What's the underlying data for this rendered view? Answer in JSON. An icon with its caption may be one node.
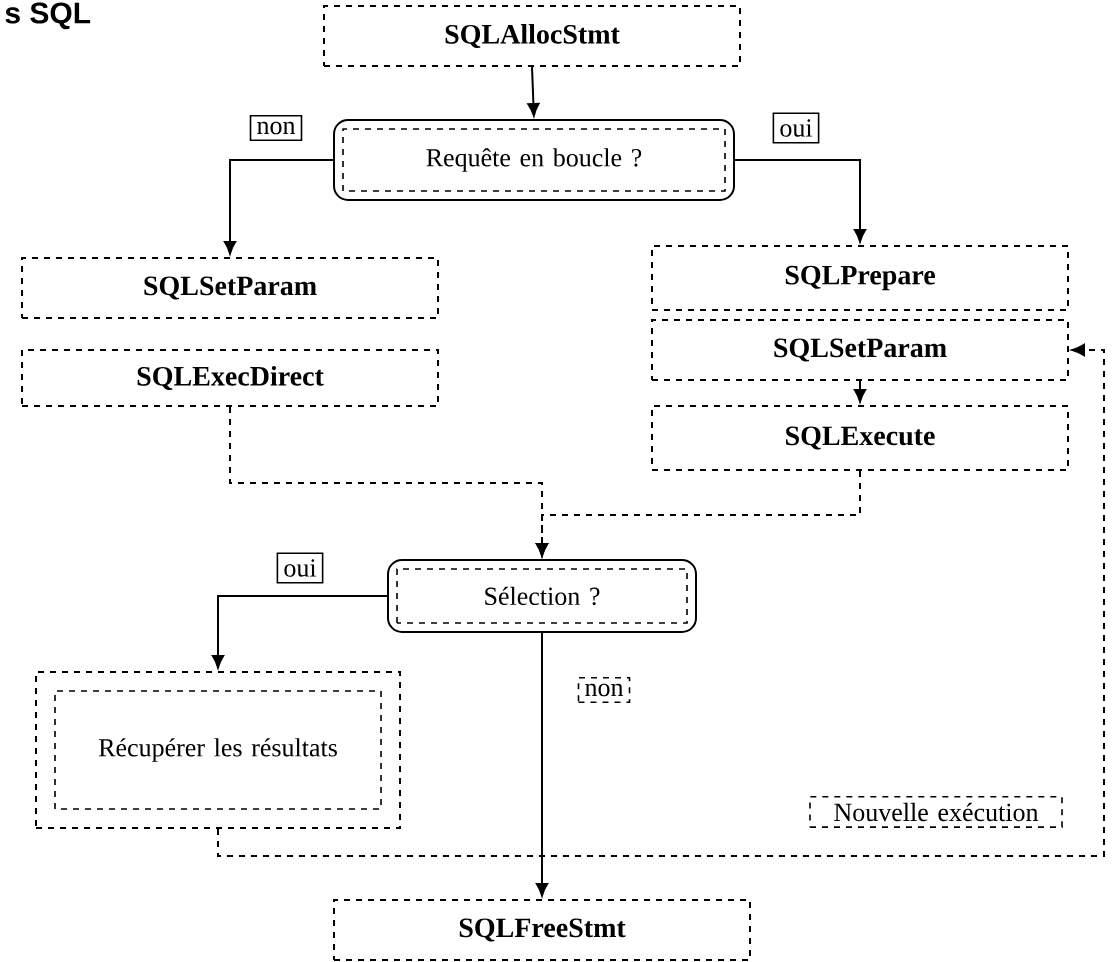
{
  "diagram": {
    "title": "s SQL",
    "nodes": [
      {
        "text": [
          "SQLAllocStmt"
        ]
      },
      {
        "text": [
          "Requête en boucle ?"
        ]
      },
      {
        "text": [
          "SQLSetParam"
        ]
      },
      {
        "text": [
          "SQLExecDirect"
        ]
      },
      {
        "text": [
          "SQLPrepare"
        ]
      },
      {
        "text": [
          "SQLSetParam"
        ]
      },
      {
        "text": [
          "SQLExecute"
        ]
      },
      {
        "text": [
          "Sélection ?"
        ]
      },
      {
        "text": [
          "Récupérer les résultats"
        ]
      },
      {
        "text": [
          "SQLFreeStmt"
        ]
      }
    ],
    "edges": [
      {
        "from": 0,
        "to": 1,
        "arrow": "to"
      },
      {
        "from": 1,
        "to": 2,
        "arrow": "to",
        "label": "non"
      },
      {
        "from": 1,
        "to": 4,
        "arrow": "to",
        "label": "oui"
      },
      {
        "from": 5,
        "to": 6,
        "arrow": "to"
      },
      {
        "from": 3,
        "to": 7,
        "arrow": "to",
        "style": "dashed"
      },
      {
        "from": 6,
        "to": 7,
        "arrow": "to",
        "style": "dashed"
      },
      {
        "from": 7,
        "to": 8,
        "arrow": "to",
        "label": "oui"
      },
      {
        "from": 7,
        "to": 9,
        "arrow": "to",
        "label": "non"
      },
      {
        "from": 8,
        "to": 5,
        "arrow": "to",
        "style": "dashed",
        "label": "Nouvelle exécution"
      }
    ]
  }
}
